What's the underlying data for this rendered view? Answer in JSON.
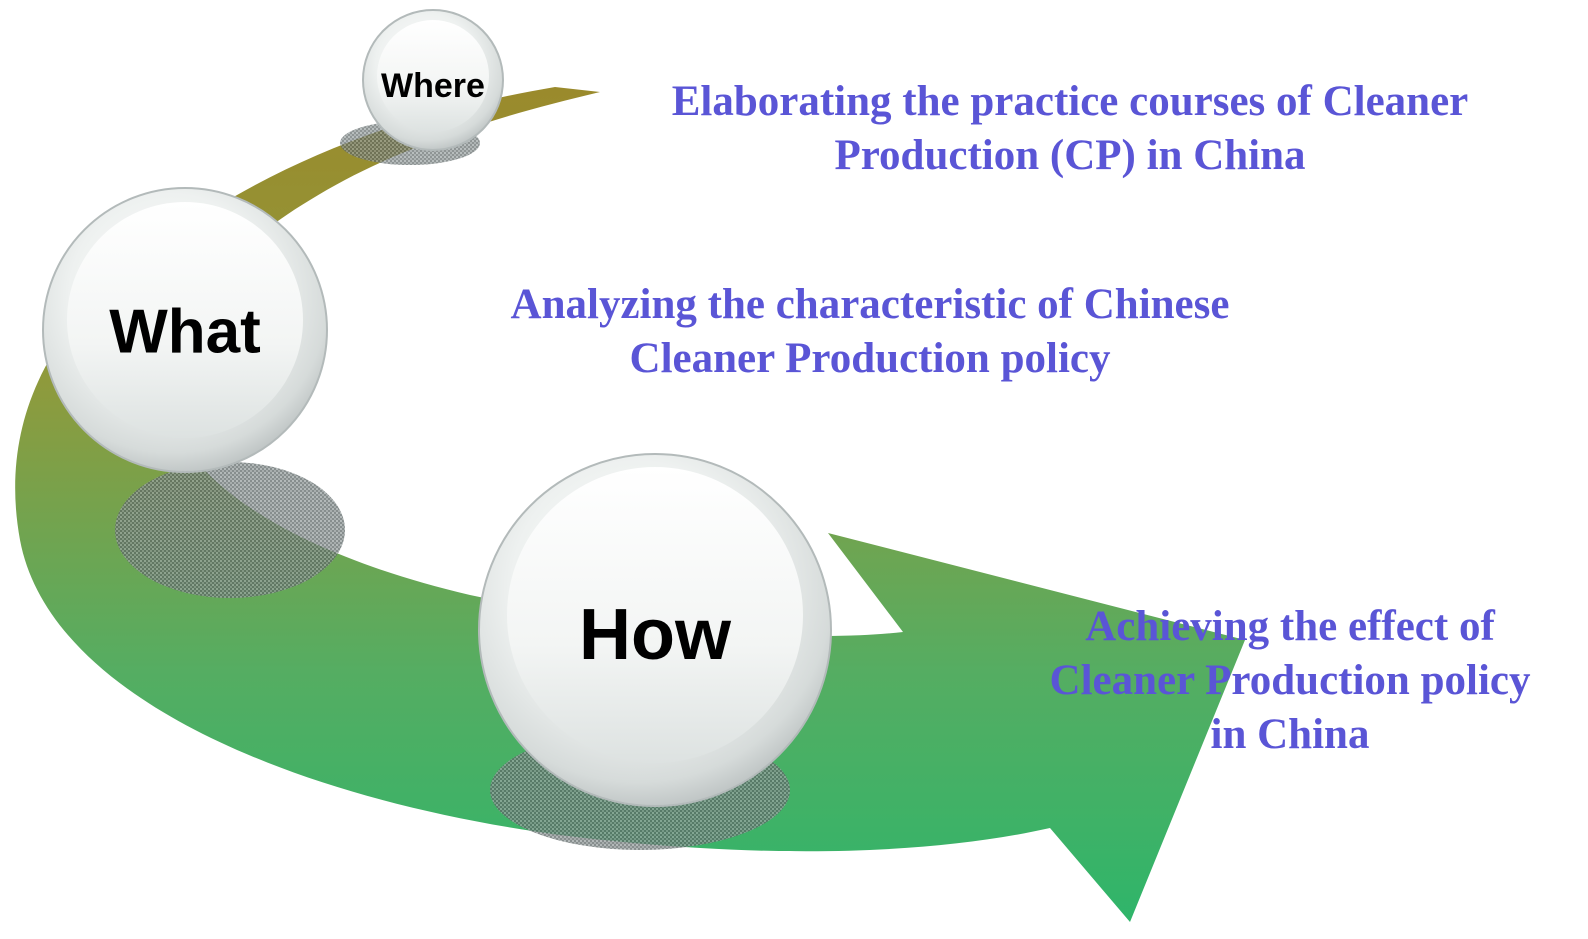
{
  "diagram": {
    "colors": {
      "arrow_top": "#9a8a2c",
      "arrow_bottom": "#2fb56a",
      "caption_text": "#5a55d6",
      "circle_fill": "#f1f3f2",
      "circle_rim": "#c7cccc"
    },
    "steps": [
      {
        "key": "where",
        "circle_label": "Where",
        "caption_lines": [
          "Elaborating  the practice courses of Cleaner",
          "Production (CP) in China"
        ]
      },
      {
        "key": "what",
        "circle_label": "What",
        "caption_lines": [
          "Analyzing  the characteristic of Chinese",
          "Cleaner Production policy"
        ]
      },
      {
        "key": "how",
        "circle_label": "How",
        "caption_lines": [
          "Achieving  the effect of",
          "Cleaner Production policy",
          "in China"
        ]
      }
    ]
  }
}
